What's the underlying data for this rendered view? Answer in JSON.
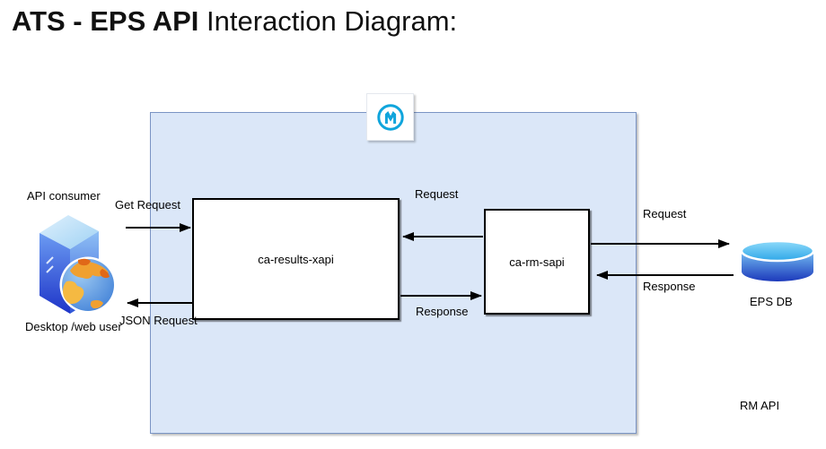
{
  "title": {
    "bold": "ATS - EPS API",
    "regular": " Interaction Diagram:"
  },
  "diagram": {
    "nodes": {
      "xapi": {
        "label": "ca-results-xapi"
      },
      "sapi": {
        "label": "ca-rm-sapi"
      }
    },
    "actors": {
      "api_consumer": "API consumer",
      "desktop_user": "Desktop /web user",
      "eps_db": "EPS DB",
      "rm_api": "RM API"
    },
    "edges": {
      "get_request": "Get Request",
      "json_request": "JSON Request",
      "mid_request": "Request",
      "mid_response": "Response",
      "db_request": "Request",
      "db_response": "Response"
    },
    "icons": {
      "platform": "mulesoft-logo",
      "consumer": "server-globe-icon",
      "datastore": "database-cylinder-icon"
    },
    "colors": {
      "container_fill": "#dbe7f8",
      "container_border": "#7a94c4",
      "node_fill": "#ffffff",
      "node_border": "#000000",
      "arrow": "#000000",
      "mulesoft_cyan": "#10a5dc",
      "db_light": "#55c3f0",
      "db_dark": "#1c39bb",
      "server_light": "#a8d4f5",
      "server_dark": "#1e34c8",
      "globe_land": "#f0a030"
    }
  }
}
